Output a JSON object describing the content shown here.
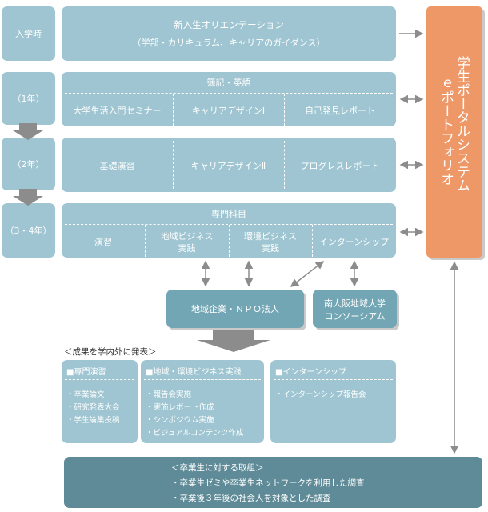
{
  "years": {
    "entry": "入学時",
    "y1": "（1年）",
    "y2": "（2年）",
    "y34": "（3・4年）"
  },
  "orientation": {
    "title": "新入生オリエンテーション",
    "sub": "（学部・カリキュラム、キャリアのガイダンス）"
  },
  "row1": {
    "header": "簿記・英語",
    "c1": "大学生活入門セミナー",
    "c2": "キャリアデザインⅠ",
    "c3": "自己発見レポート"
  },
  "row2": {
    "c1": "基礎演習",
    "c2": "キャリアデザインⅡ",
    "c3": "プログレスレポート"
  },
  "row3": {
    "header": "専門科目",
    "c1": "演習",
    "c2a": "地域ビジネス",
    "c2b": "実践",
    "c3a": "環境ビジネス",
    "c3b": "実践",
    "c4": "インターンシップ"
  },
  "portal": {
    "line1": "学生ポータルシステム",
    "line2": "ｅポートフォリオ"
  },
  "partners": {
    "local": "地域企業・ＮＰＯ法人",
    "consortium1": "南大阪地域大学",
    "consortium2": "コンソーシアム"
  },
  "results": {
    "heading": "＜成果を学内外に発表＞",
    "seminar": {
      "title": "■専門演習",
      "items": [
        "・卒業論文",
        "・研究発表大会",
        "・学生論集投稿"
      ]
    },
    "business": {
      "title": "■地域・環境ビジネス実践",
      "items": [
        "・報告会実施",
        "・実施レポート作成",
        "・シンポジウム実施",
        "・ビジュアルコンテンツ作成"
      ]
    },
    "intern": {
      "title": "■インターンシップ",
      "items": [
        "・インターンシップ報告会"
      ]
    }
  },
  "graduates": {
    "title": "＜卒業生に対する取組＞",
    "items": [
      "・卒業生ゼミや卒業生ネットワークを利用した調査",
      "・卒業後３年後の社会人を対象とした調査"
    ]
  }
}
